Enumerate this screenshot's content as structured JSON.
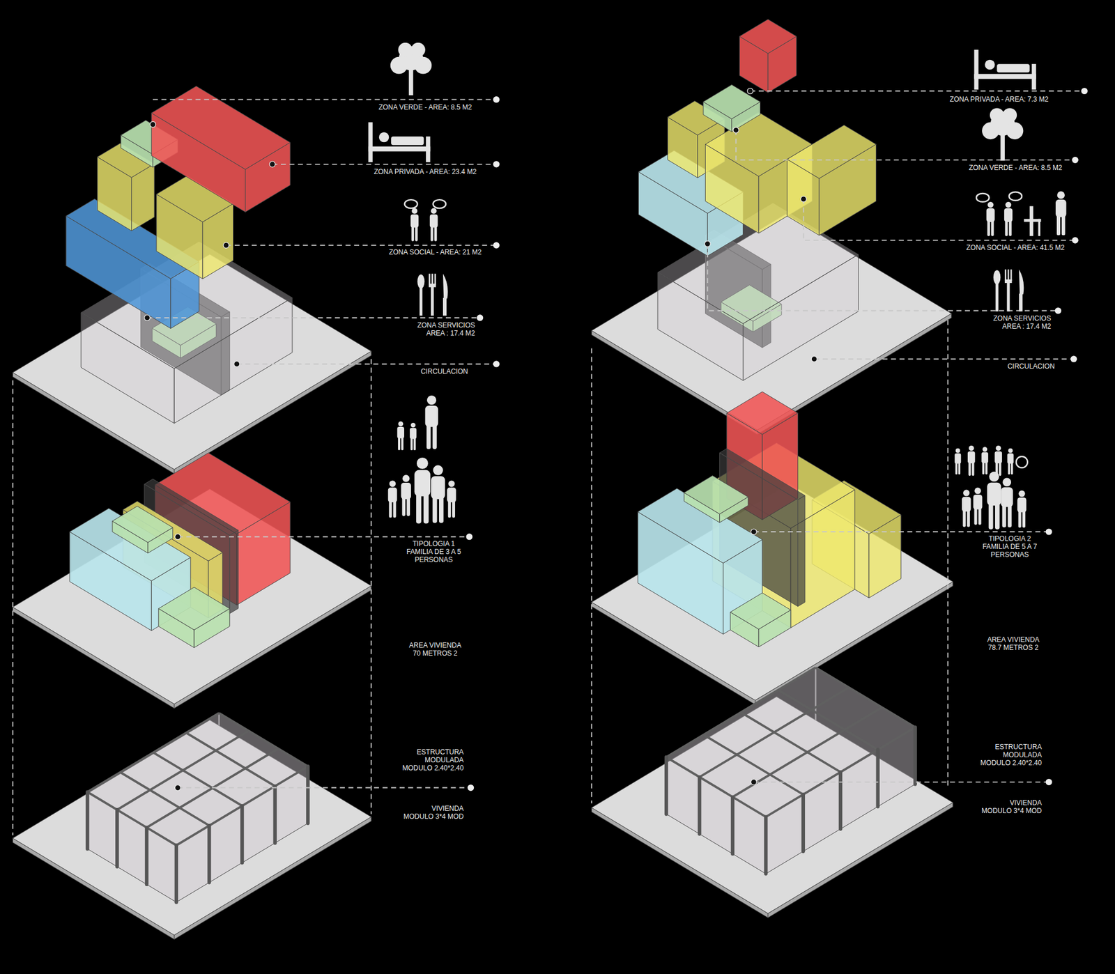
{
  "diagram": {
    "labels": [
      "ZONA VERDE - AREA: 8.5 M2",
      "ZONA PRIVADA - AREA: 23.4 M2",
      "ZONA SOCIAL - AREA: 21 M2",
      "ZONA SERVICIOS AREA : 17.4 M2",
      "CIRCULACION",
      "TIPOLOGIA 1 FAMILIA DE 3 A 5 PERSONAS",
      "AREA VIVIENDA 70 METROS 2",
      "ESTRUCTURA MODULADA MODULO 2.40*2.40",
      "VIVIENDA MODULO 3*4 MOD",
      "ZONA PRIVADA - AREA: 7.3 M2",
      "ZONA VERDE - AREA: 8.5 M2",
      "ZONA SOCIAL - AREA: 41.5 M2",
      "ZONA SERVICIOS AREA : 17.4 M2",
      "CIRCULACION",
      "TIPOLOGIA 2 FAMILIA DE 5 A 7 PERSONAS",
      "AREA VIVIENDA 78.7 METROS 2",
      "ESTRUCTURA MODULADA MODULO 2.40*2.40",
      "VIVIENDA MODULO 3*4 MOD"
    ]
  }
}
